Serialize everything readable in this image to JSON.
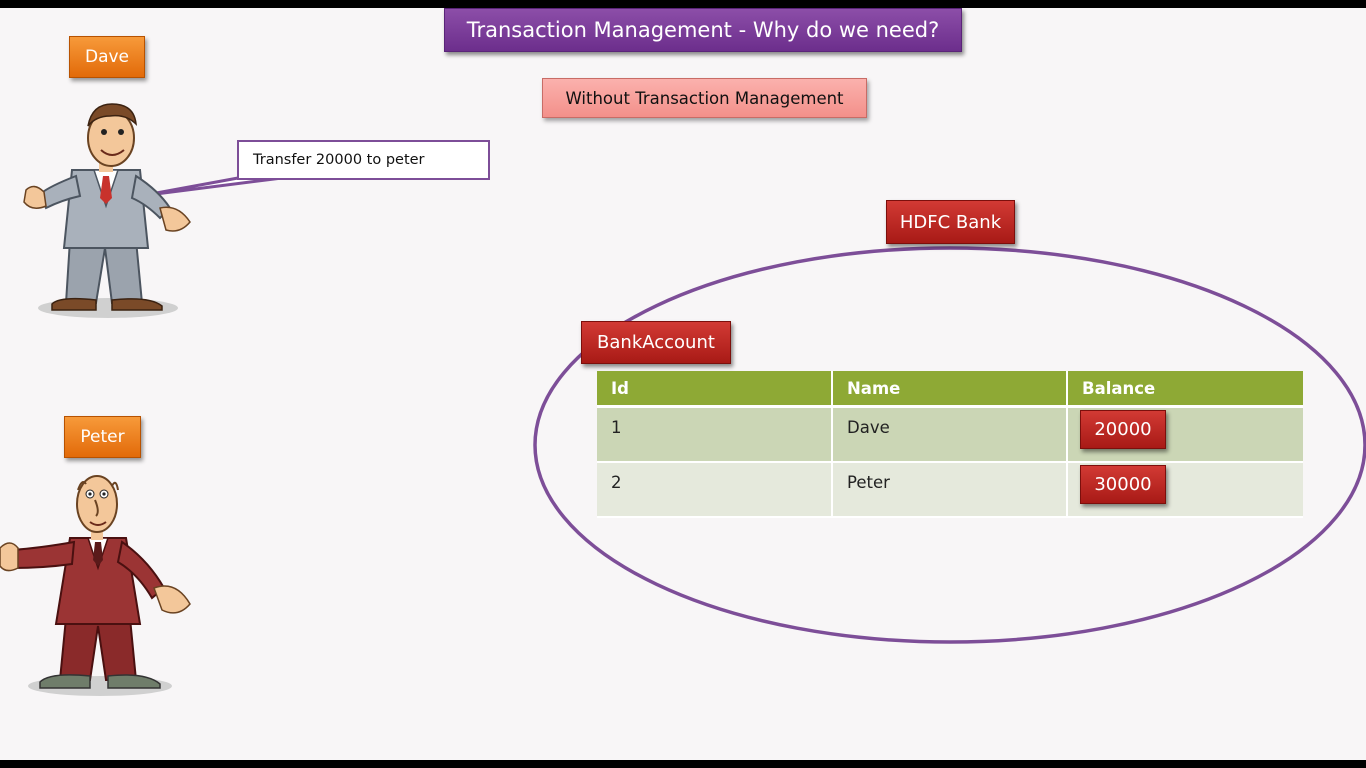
{
  "slide": {
    "title": "Transaction Management - Why do we need?",
    "subtitle": "Without Transaction Management"
  },
  "people": {
    "dave": {
      "name": "Dave"
    },
    "peter": {
      "name": "Peter"
    }
  },
  "speech": {
    "text": "Transfer 20000 to peter"
  },
  "bank": {
    "name": "HDFC Bank",
    "table_label": "BankAccount",
    "columns": [
      "Id",
      "Name",
      "Balance"
    ],
    "rows": [
      {
        "id": "1",
        "name": "Dave",
        "balance": "20000"
      },
      {
        "id": "2",
        "name": "Peter",
        "balance": "30000"
      }
    ]
  },
  "colors": {
    "title_bg": "#7a3b99",
    "subtitle_bg": "#f7a19c",
    "name_tag_bg": "#f0821f",
    "red_tag_bg": "#bf2a25",
    "table_header_bg": "#8ea935",
    "ellipse_stroke": "#7d4e98"
  }
}
